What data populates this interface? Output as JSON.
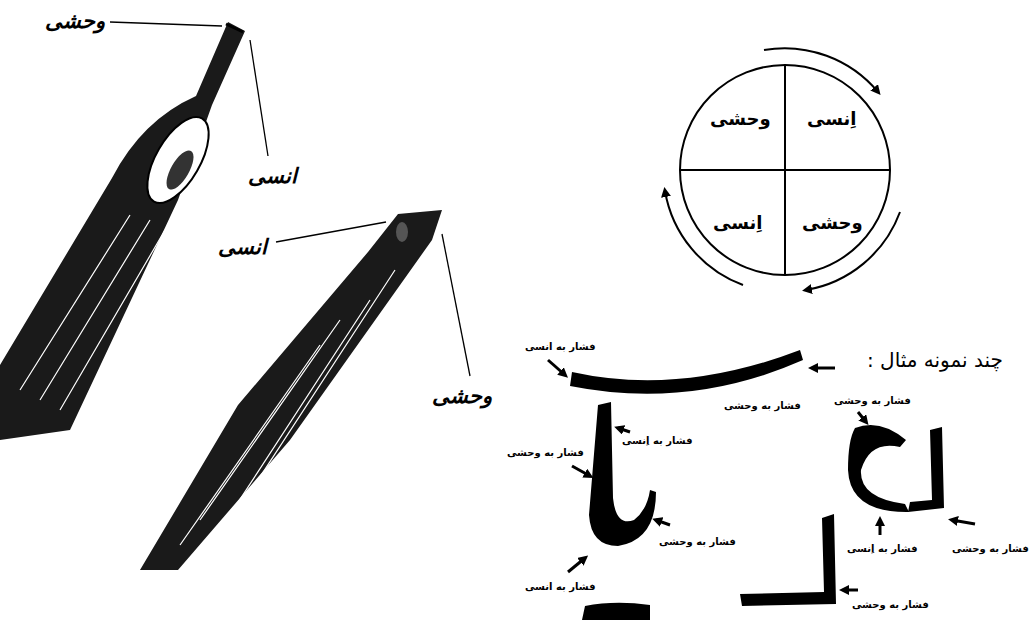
{
  "diagram": {
    "nodes": [
      {
        "text": [
          "وحشی"
        ]
      },
      {
        "text": [
          "اِنسی"
        ]
      },
      {
        "text": [
          "اِنسی"
        ]
      },
      {
        "text": [
          "وحشی"
        ]
      }
    ],
    "labels": [
      "وحشی",
      "انسی",
      "انسی",
      "وحشی",
      "چند نمونه مثال :",
      "فشار به انسی",
      "فشار به وحشی",
      "فشار به وحشی",
      "فشار به اِنسی",
      "فشار به وحشی",
      "فشار به انسی",
      "فشار به وحشی",
      "فشار به اِنسی",
      "فشار به وحشی",
      "فشار به وحشی"
    ]
  }
}
